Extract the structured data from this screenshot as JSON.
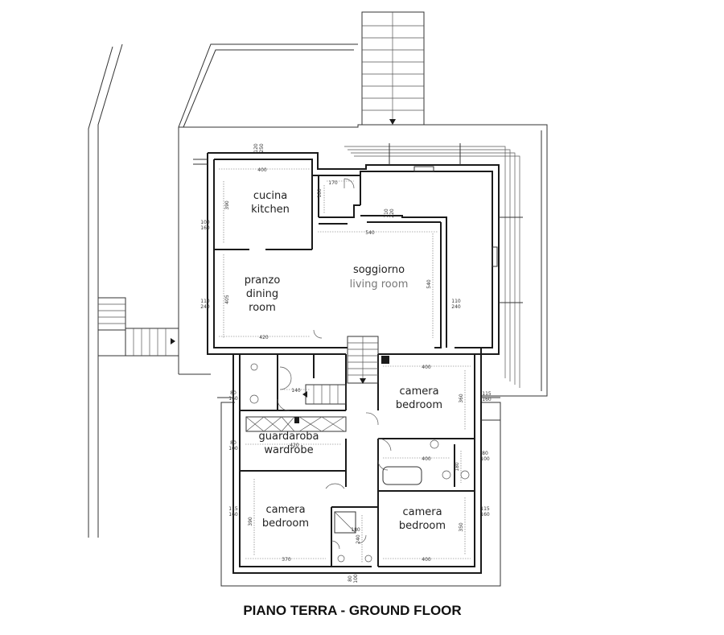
{
  "title": "PIANO TERRA - GROUND FLOOR",
  "rooms": {
    "kitchen": {
      "it": "cucina",
      "en": "kitchen"
    },
    "dining": {
      "it": "pranzo",
      "en1": "dining",
      "en2": "room"
    },
    "living": {
      "it": "soggiorno",
      "en": "living room"
    },
    "bedroom_ne": {
      "it": "camera",
      "en": "bedroom"
    },
    "wardrobe": {
      "it": "guardaroba",
      "en": "wardrobe"
    },
    "bedroom_sw": {
      "it": "camera",
      "en": "bedroom"
    },
    "bedroom_se": {
      "it": "camera",
      "en": "bedroom"
    }
  },
  "dimensions": {
    "kitchen_w": "400",
    "kitchen_h": "390",
    "hall_w": "170",
    "hall_h": "180",
    "living_w": "540",
    "living_h": "540",
    "dining_w": "420",
    "dining_h": "405",
    "bath_w": "140",
    "bedroom_ne_w": "400",
    "bedroom_ne_h": "360",
    "wardrobe_w": "420",
    "bath2_w": "400",
    "bath2_h": "180",
    "bedroom_sw_w": "370",
    "bedroom_sw_h": "390",
    "bath3_w": "180",
    "bath3_h": "240",
    "bedroom_se_w": "400",
    "bedroom_se_h": "350",
    "win_top": "120",
    "win_top2": "250",
    "win_hall1": "110",
    "win_hall2": "220",
    "win_k1": "100",
    "win_k2": "160",
    "win_d1": "110",
    "win_d2": "240",
    "win_l1": "110",
    "win_l2": "240",
    "win_b1": "115",
    "win_b2": "160",
    "win_w1": "80",
    "win_w2": "160",
    "win_s1": "80",
    "win_s2": "100",
    "win_sw1": "115",
    "win_sw2": "160",
    "win_se1": "115",
    "win_se2": "160",
    "win_bot1": "80",
    "win_bot2": "100",
    "win_hb1": "80",
    "win_hb2": "100"
  }
}
